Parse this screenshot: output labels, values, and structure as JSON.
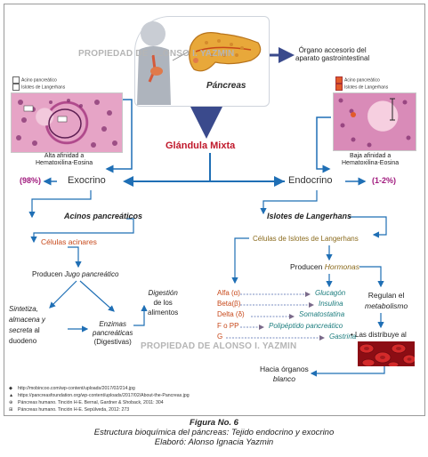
{
  "watermark": "PROPIEDAD DE ALONSO I. YAZMIN",
  "organ": {
    "pancreas_label": "Páncreas",
    "accessory_note": "Órgano accesorio del aparato gastrointestinal",
    "accessory_line1": "Órgano accesorio del",
    "accessory_line2": "aparato gastrointestinal"
  },
  "center_title": "Glándula Mixta",
  "left_hist": {
    "legend_acinos": "Acino pancreático",
    "legend_islotes": "Islotes de Langerhans",
    "caption_line1": "Alta afinidad a",
    "caption_line2": "Hematoxilina-Eosina"
  },
  "right_hist": {
    "legend_acinos": "Acino pancreático",
    "legend_islotes": "Islotes de Langerhans",
    "caption_line1": "Baja afinidad a",
    "caption_line2": "Hematoxilina-Eosina"
  },
  "exocrine": {
    "label": "Exocrino",
    "percent": "(98%)",
    "acinos_title": "Acinos pancreáticos",
    "cells": "Células acinares",
    "produce_prefix": "Producen ",
    "produce_value": "Jugo pancreático",
    "sintetiza_line1": "Sintetiza,",
    "sintetiza_line2": "almacena y",
    "sintetiza_line3a": "secreta",
    "sintetiza_line3b": " al",
    "sintetiza_line4": "duodeno",
    "enzimas_line1": "Enzimas",
    "enzimas_line2": "pancreáticas",
    "enzimas_line3": "(Digestivas)",
    "digestion_line1": "Digestión",
    "digestion_line2": "de los",
    "digestion_line3": "alimentos"
  },
  "endocrine": {
    "label": "Endocrino",
    "percent": "(1-2%)",
    "islotes_title": "Islotes de Langerhans",
    "cells": "Células de Islotes de Langerhans",
    "produce_prefix": "Producen ",
    "produce_value": "Hormonas",
    "hormones": [
      {
        "cell": "Alfa (α)",
        "hormone": "Glucagón"
      },
      {
        "cell": "Beta(β)",
        "hormone": "Insulina"
      },
      {
        "cell": "Delta (δ)",
        "hormone": "Somatostatina"
      },
      {
        "cell": "F o PP",
        "hormone": "Polipéptido pancreático"
      },
      {
        "cell": "G",
        "hormone": "Gastrina"
      }
    ],
    "regulate_line1": "Regulan el",
    "regulate_line2": "metabolismo",
    "distribute": "• Las distribuye al",
    "target_line1": "Hacia órganos",
    "target_line2": "blanco"
  },
  "references": [
    {
      "marker": "◆",
      "text": "http://mobincoo.com/wp-content/uploads/2017/02/214.jpg"
    },
    {
      "marker": "▲",
      "text": "https://pancreasfoundation.org/wp-content/uploads/2017/02/About-the-Pancreas.jpg"
    },
    {
      "marker": "⊕",
      "text": "Páncreas humano. Tinción H-E. Bernal, Gardner & Shoback, 2011: 304"
    },
    {
      "marker": "⊞",
      "text": "Páncreas humano. Tinción H-E. Sepúlveda, 2012: 273"
    }
  ],
  "caption": {
    "figure": "Figura No. 6",
    "description": "Estructura bioquímica del páncreas: Tejido endocrino y exocrino",
    "author": "Elaboró: Alonso Ignacia Yazmin"
  },
  "colors": {
    "blue_arrow": "#1f6fb5",
    "dark_arrow": "#3a4a8c",
    "title_red": "#c0182b",
    "magenta": "#a0197d",
    "orange_text": "#c7481a",
    "olive_text": "#8a6a1c",
    "teal_text": "#1c7d7e"
  }
}
